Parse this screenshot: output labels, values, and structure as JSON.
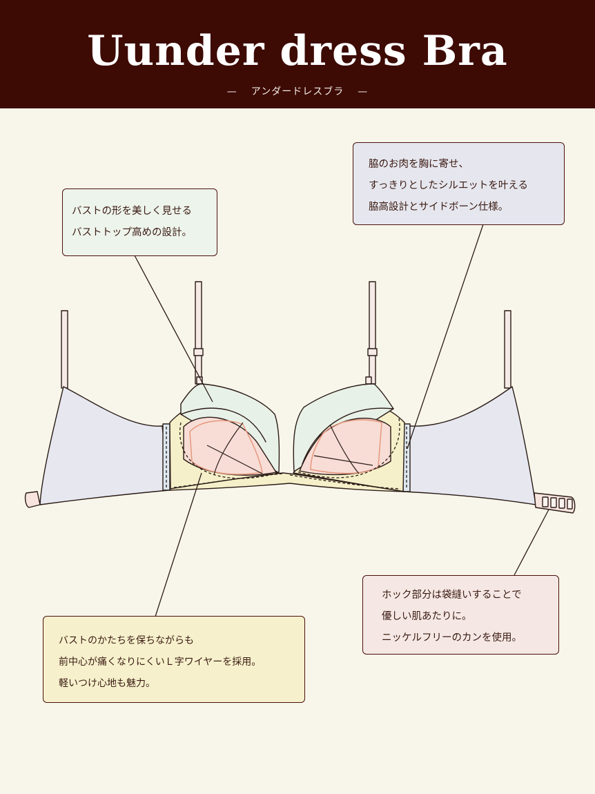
{
  "header": {
    "title": "Uunder dress Bra",
    "subtitle_dash": "—",
    "subtitle": "アンダードレスブラ"
  },
  "callouts": {
    "bust_top": {
      "lines": [
        "バストの形を美しく見せる",
        "バストトップ高めの設計。"
      ],
      "color": "#edf4ec"
    },
    "side": {
      "lines": [
        "脇のお肉を胸に寄せ、",
        "すっきりとしたシルエットを叶える",
        "脇高設計とサイドボーン仕様。"
      ],
      "color": "#e6e7ee"
    },
    "hook": {
      "lines": [
        "ホック部分は袋縫いすることで",
        "優しい肌あたりに。",
        "ニッケルフリーのカンを使用。"
      ],
      "color": "#f5e8e4"
    },
    "wire": {
      "lines": [
        "バストのかたちを保ちながらも",
        "前中心が痛くなりにくいＬ字ワイヤーを採用。",
        "軽いつけ心地も魅力。"
      ],
      "color": "#f6f1cc"
    }
  },
  "colors": {
    "header_bg": "#3d0a04",
    "page_bg": "#f8f6ea",
    "wing": "#e6e7ef",
    "cup_upper": "#e8f1e7",
    "cup_lower": "#f5f0c9",
    "pad": "#f7ddd6",
    "pad_outline": "#e8977c",
    "strap": "#f5eae5",
    "outline": "#2a1a16"
  }
}
